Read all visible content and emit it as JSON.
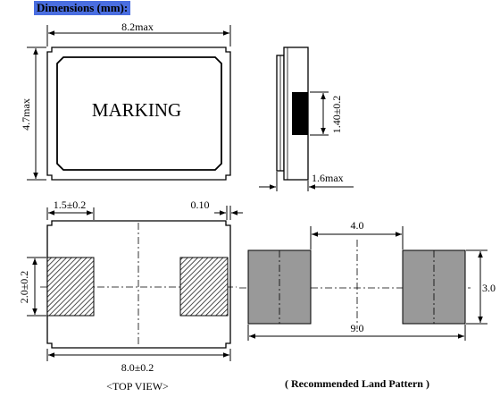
{
  "header": {
    "title": "Dimensions (mm):"
  },
  "top_drawing": {
    "marking_text": "MARKING",
    "width_dim": "8.2max",
    "height_dim": "4.7max",
    "side_pad_dim": "1.40±0.2",
    "thickness_dim": "1.6max"
  },
  "top_view": {
    "pad_width_dim": "1.5±0.2",
    "gap_dim": "0.10",
    "pad_height_dim": "2.0±0.2",
    "body_width_dim": "8.0±0.2",
    "caption": "<TOP VIEW>"
  },
  "land_pattern": {
    "inner_gap_dim": "4.0",
    "pad_height_dim": "3.0",
    "overall_width_dim": "9.0",
    "caption": "( Recommended Land Pattern )"
  }
}
